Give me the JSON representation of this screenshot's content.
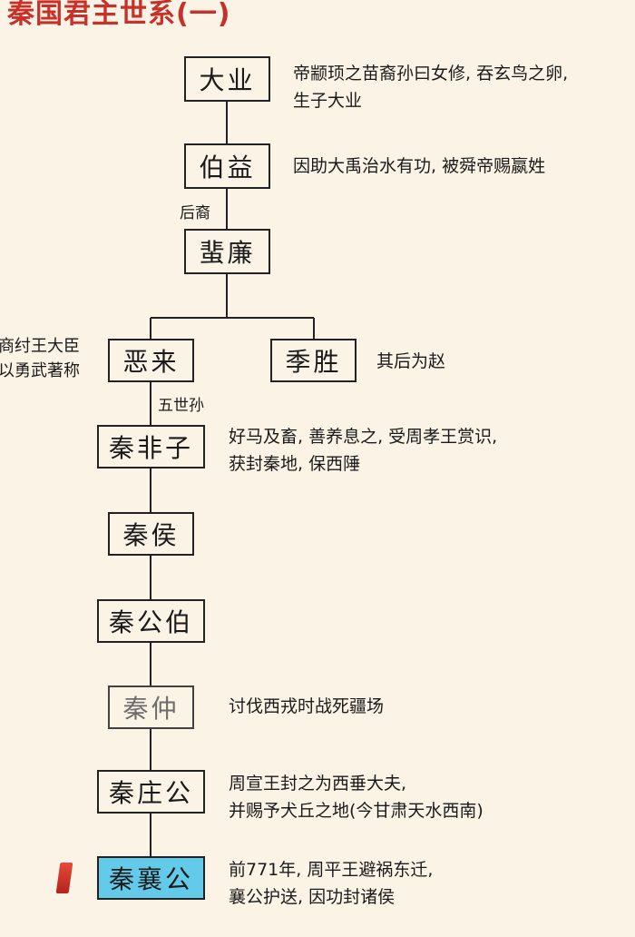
{
  "title": "秦国君主世系(一)",
  "nodes": {
    "dayi": "大业",
    "boyi": "伯益",
    "feilian": "蜚廉",
    "elai": "恶来",
    "jisheng": "季胜",
    "qinfeizi": "秦非子",
    "qinhou": "秦侯",
    "qingongbo": "秦公伯",
    "qinzhong": "秦仲",
    "qinzhuanggong": "秦庄公",
    "qinxianggong": "秦襄公"
  },
  "notes": {
    "dayi": [
      "帝颛顼之苗裔孙曰女修, 吞玄鸟之卵,",
      "生子大业"
    ],
    "boyi": [
      "因助大禹治水有功, 被舜帝赐嬴姓"
    ],
    "elai": [
      "商纣王大臣",
      "以勇武著称"
    ],
    "jisheng": [
      "其后为赵"
    ],
    "qinfeizi": [
      "好马及畜, 善养息之, 受周孝王赏识,",
      "获封秦地, 保西陲"
    ],
    "qinzhong": [
      "讨伐西戎时战死疆场"
    ],
    "qinzhuanggong": [
      "周宣王封之为西垂大夫,",
      "并赐予犬丘之地(今甘肃天水西南)"
    ],
    "qinxianggong": [
      "前771年, 周平王避祸东迁,",
      "襄公护送, 因功封诸侯"
    ]
  },
  "edge_labels": {
    "houyi": "后裔",
    "wushisun": "五世孙"
  },
  "colors": {
    "title": "#c8302a",
    "highlight": "#63cbe9",
    "background": "#fbf4e6"
  }
}
